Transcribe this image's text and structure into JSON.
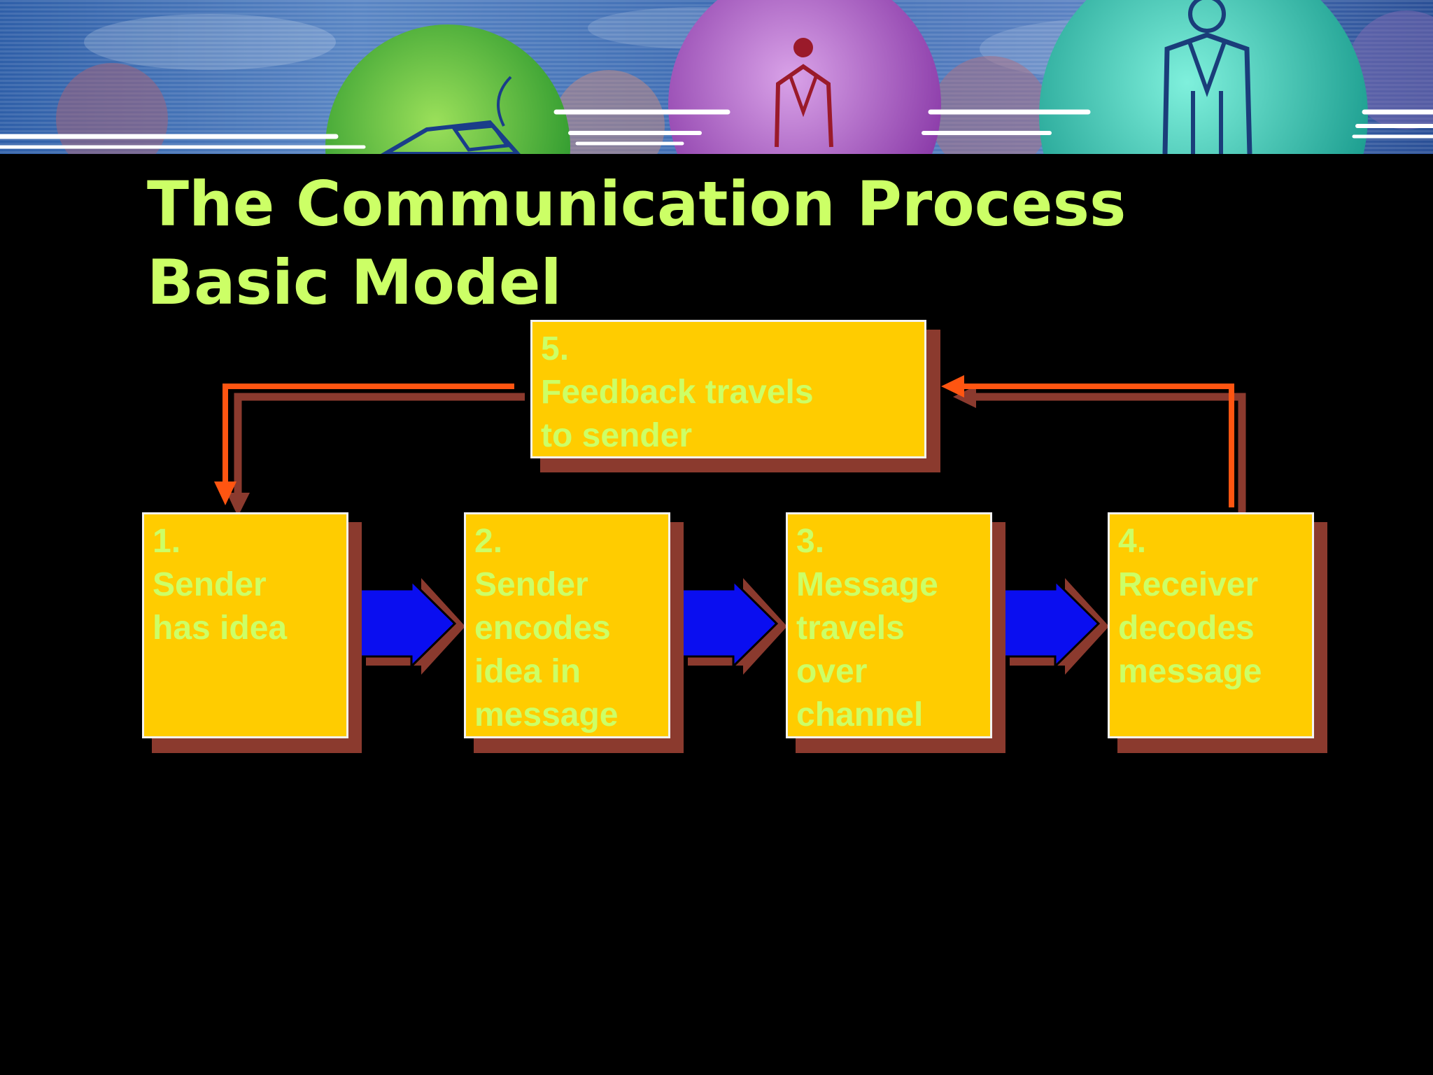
{
  "slide": {
    "title_line_1": "The Communication Process",
    "title_line_2": "Basic Model"
  },
  "boxes": [
    {
      "number": "1.",
      "text": "Sender\nhas idea"
    },
    {
      "number": "2.",
      "text": "Sender\nencodes\nidea in\nmessage"
    },
    {
      "number": "3.",
      "text": "Message\ntravels\nover\nchannel"
    },
    {
      "number": "4.",
      "text": "Receiver\ndecodes\nmessage"
    },
    {
      "number": "5.",
      "text": "Feedback travels\nto sender"
    }
  ],
  "colors": {
    "background": "#000000",
    "title": "#ccff66",
    "box_fill": "#ffcc00",
    "box_shadow": "#8b3a2e",
    "box_text": "#ccff66",
    "flow_arrow": "#0000ee",
    "feedback_arrow": "#ff5511"
  }
}
